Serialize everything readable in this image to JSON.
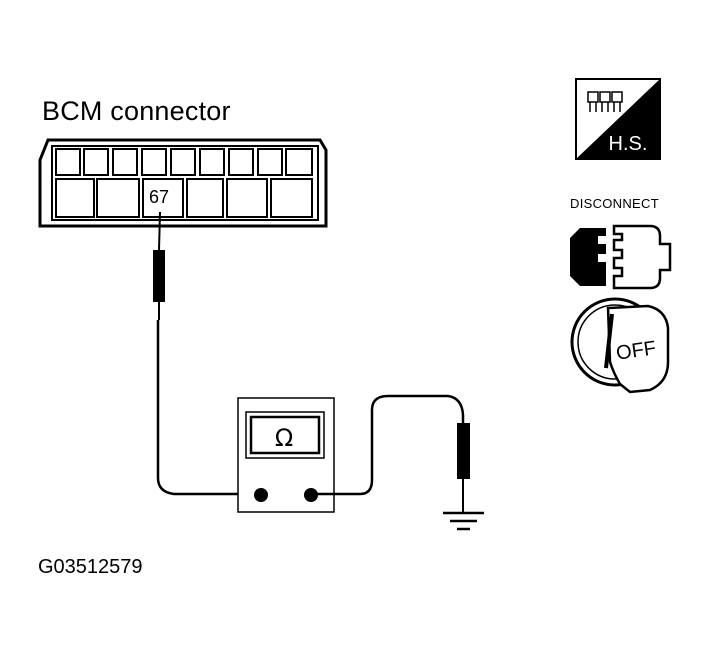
{
  "diagram": {
    "title": "BCM connector",
    "pin_label": "67",
    "meter_symbol": "Ω",
    "figure_id": "G03512579",
    "icons": {
      "hs_label": "H.S.",
      "disconnect_label": "DISCONNECT",
      "key_label": "OFF"
    }
  }
}
